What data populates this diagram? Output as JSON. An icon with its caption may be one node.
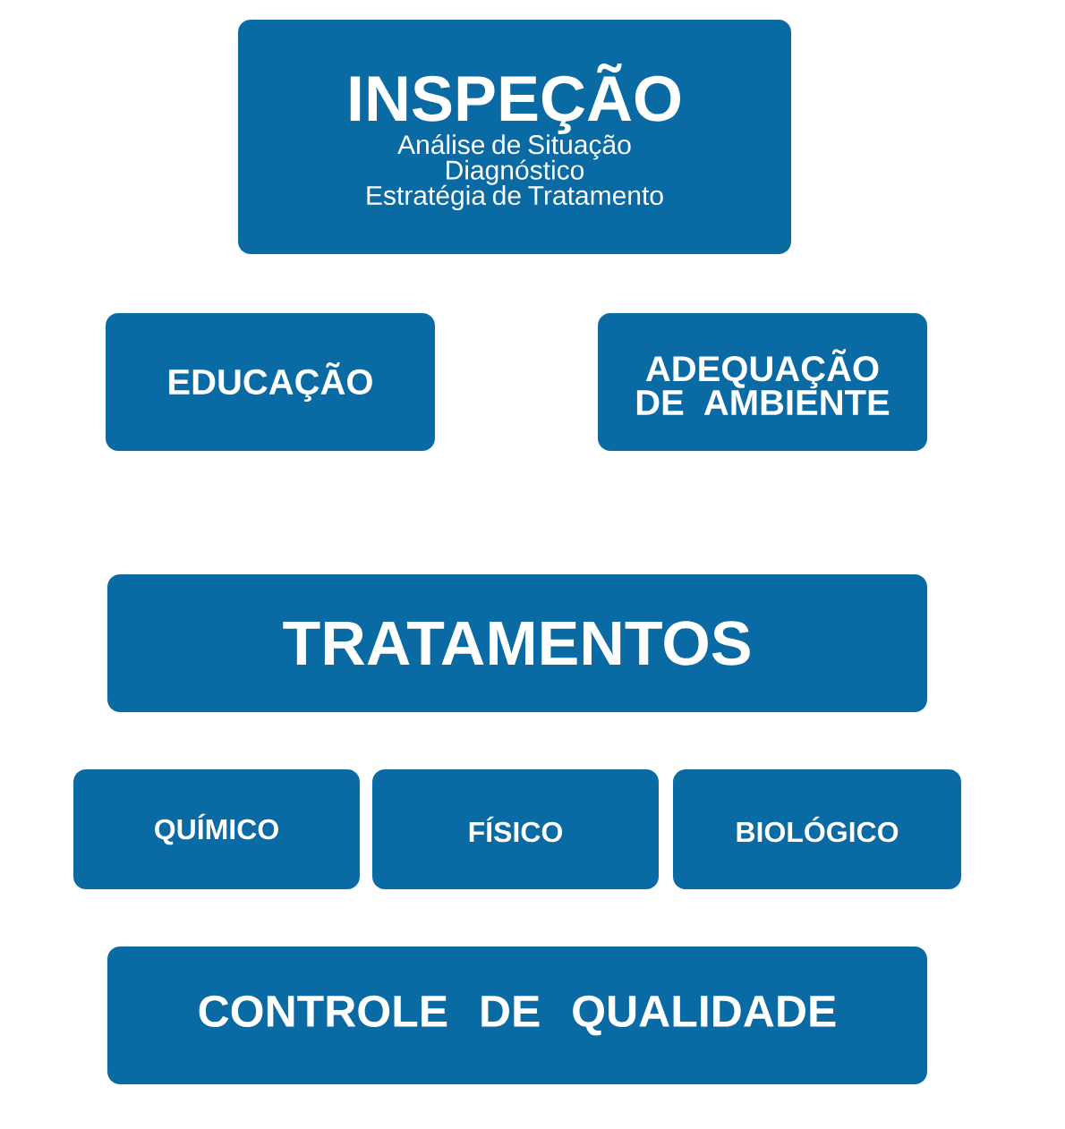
{
  "diagram": {
    "nodes": [
      {
        "text": [
          "INSPEÇÃO",
          "Análise de Situação",
          "Diagnóstico",
          "Estratégia de Tratamento"
        ]
      },
      {
        "text": [
          "EDUCAÇÃO"
        ]
      },
      {
        "text": [
          "ADEQUAÇÃO DE AMBIENTE"
        ]
      },
      {
        "text": [
          "TRATAMENTOS"
        ]
      },
      {
        "text": [
          "QUÍMICO"
        ]
      },
      {
        "text": [
          "FÍSICO"
        ]
      },
      {
        "text": [
          "BIOLÓGICO"
        ]
      },
      {
        "text": [
          "CONTROLE DE QUALIDADE"
        ]
      }
    ]
  }
}
